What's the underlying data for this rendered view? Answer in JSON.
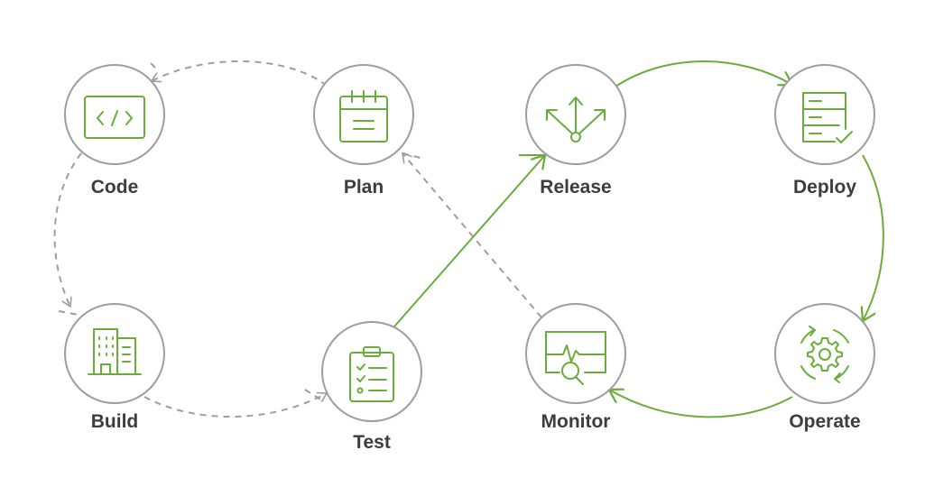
{
  "colors": {
    "accent": "#6aad3d",
    "circle": "#9e9e9e",
    "dashed": "#9e9e9e",
    "text": "#3d3d3d"
  },
  "nodes": {
    "code": {
      "label": "Code",
      "icon": "code-window-icon"
    },
    "plan": {
      "label": "Plan",
      "icon": "calendar-icon"
    },
    "build": {
      "label": "Build",
      "icon": "buildings-icon"
    },
    "test": {
      "label": "Test",
      "icon": "clipboard-checklist-icon"
    },
    "release": {
      "label": "Release",
      "icon": "branch-arrows-icon"
    },
    "deploy": {
      "label": "Deploy",
      "icon": "server-check-icon"
    },
    "operate": {
      "label": "Operate",
      "icon": "gear-cycle-icon"
    },
    "monitor": {
      "label": "Monitor",
      "icon": "monitor-search-icon"
    }
  }
}
